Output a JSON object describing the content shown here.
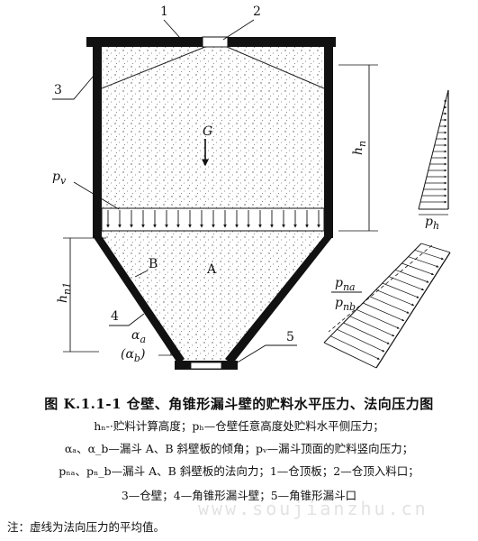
{
  "labels": {
    "n1": "1",
    "n2": "2",
    "n3": "3",
    "n4": "4",
    "n5": "5",
    "G": "G",
    "pv": "p",
    "pv_sub": "v",
    "A": "A",
    "B": "B",
    "hn": "h",
    "hn_sub": "n",
    "hn1": "h",
    "hn1_sub": "n1",
    "ph": "p",
    "ph_sub": "h",
    "pna": "p",
    "pna_sub": "na",
    "pnb": "p",
    "pnb_sub": "nb",
    "alpha": "α",
    "alpha_sub": "a",
    "beta_open": "(α",
    "beta_sub": "b",
    "beta_close": ")"
  },
  "caption": {
    "title": "图 K.1.1-1   仓壁、角锥形漏斗壁的贮料水平压力、法向压力图",
    "line1": "hₙ-·贮料计算高度；pₕ—仓壁任意高度处贮料水平侧压力；",
    "line2": "αₐ、α_b—漏斗 A、B 斜壁板的倾角；pᵥ—漏斗顶面的贮料竖向压力；",
    "line3": "pₙₐ、pₙ_b—漏斗 A、B 斜壁板的法向力；1—仓顶板；2—仓顶入料口；",
    "line4": "3—仓壁；4—角锥形漏斗壁；5—角锥形漏斗口",
    "note": "注：虚线为法向压力的平均值。"
  },
  "watermark": "www.soujianzhu.cn"
}
